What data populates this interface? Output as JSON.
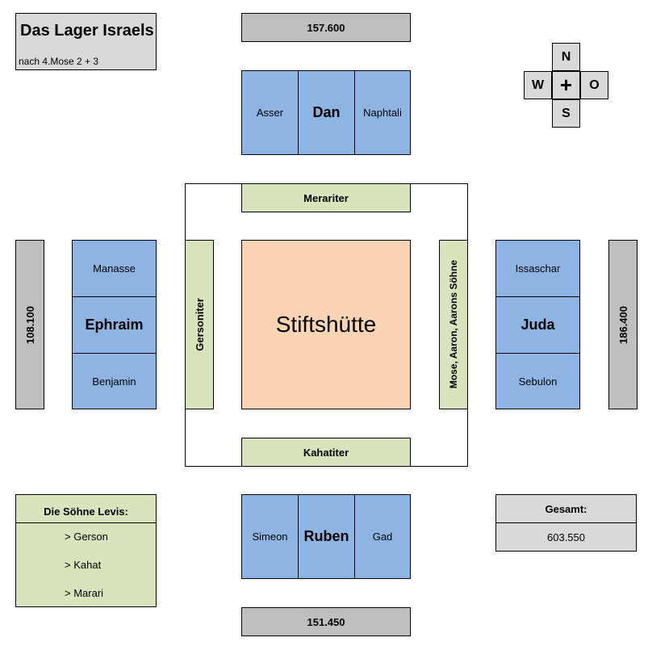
{
  "title": {
    "heading": "Das Lager Israels",
    "subtitle": "nach 4.Mose 2 + 3"
  },
  "compass": {
    "north": "N",
    "west": "W",
    "center": "+",
    "east": "O",
    "south": "S"
  },
  "center": {
    "label": "Stiftshütte"
  },
  "levites": {
    "north": "Merariter",
    "west": "Gersoniter",
    "east": "Mose, Aaron, Aarons Söhne",
    "south": "Kahatiter"
  },
  "camps": {
    "north": {
      "total": "157.600",
      "tribes": [
        "Asser",
        "Dan",
        "Naphtali"
      ]
    },
    "west": {
      "total": "108.100",
      "tribes": [
        "Manasse",
        "Ephraim",
        "Benjamin"
      ]
    },
    "east": {
      "total": "186.400",
      "tribes": [
        "Issaschar",
        "Juda",
        "Sebulon"
      ]
    },
    "south": {
      "total": "151.450",
      "tribes": [
        "Simeon",
        "Ruben",
        "Gad"
      ]
    }
  },
  "legend": {
    "heading": "Die Söhne Levis:",
    "items": [
      "> Gerson",
      "> Kahat",
      "> Marari"
    ]
  },
  "total": {
    "label": "Gesamt:",
    "value": "603.550"
  },
  "colors": {
    "tribe": "#8eb4e3",
    "count": "#bfbfbf",
    "levite": "#d8e4bc",
    "tabernacle": "#fbd4b4",
    "title_bg": "#d9d9d9"
  }
}
